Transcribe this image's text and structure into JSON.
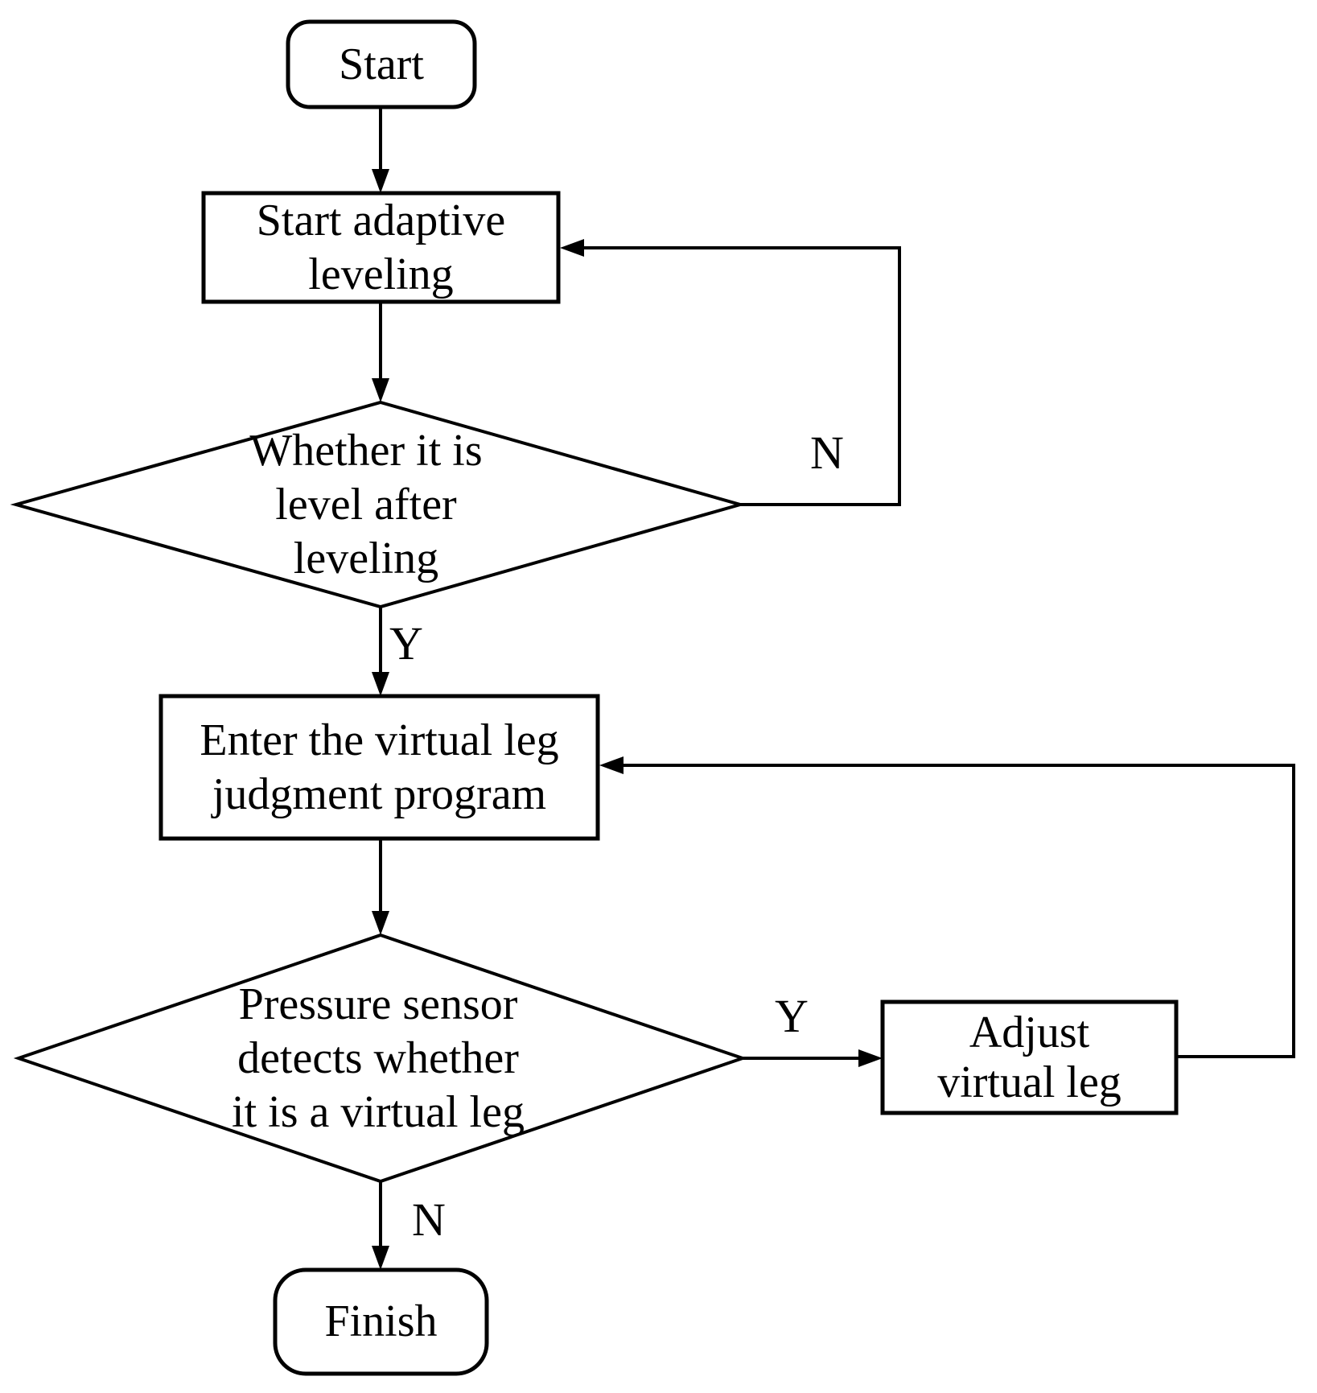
{
  "figure": {
    "type": "flowchart",
    "colors": {
      "background": "#ffffff",
      "stroke": "#000000",
      "text": "#000000"
    }
  },
  "nodes": {
    "start": {
      "shape": "rounded-rect",
      "lines": [
        "Start"
      ]
    },
    "start_leveling": {
      "shape": "rect",
      "lines": [
        "Start adaptive",
        "leveling"
      ]
    },
    "level_check": {
      "shape": "diamond",
      "lines": [
        "Whether it is",
        "level after",
        "leveling"
      ]
    },
    "enter_program": {
      "shape": "rect",
      "lines": [
        "Enter the virtual leg",
        "judgment program"
      ]
    },
    "pressure_check": {
      "shape": "diamond",
      "lines": [
        "Pressure sensor",
        "detects whether",
        "it is a virtual leg"
      ]
    },
    "adjust_leg": {
      "shape": "rect",
      "lines": [
        "Adjust",
        "virtual leg"
      ]
    },
    "finish": {
      "shape": "rounded-rect",
      "lines": [
        "Finish"
      ]
    }
  },
  "edges": {
    "start_to_leveling": {
      "from": "start",
      "to": "start_leveling",
      "label": ""
    },
    "leveling_to_check": {
      "from": "start_leveling",
      "to": "level_check",
      "label": ""
    },
    "level_no_loop": {
      "from": "level_check",
      "to": "start_leveling",
      "label": "N"
    },
    "level_yes": {
      "from": "level_check",
      "to": "enter_program",
      "label": "Y"
    },
    "program_to_pressure": {
      "from": "enter_program",
      "to": "pressure_check",
      "label": ""
    },
    "pressure_yes": {
      "from": "pressure_check",
      "to": "adjust_leg",
      "label": "Y"
    },
    "adjust_loop": {
      "from": "adjust_leg",
      "to": "enter_program",
      "label": ""
    },
    "pressure_no": {
      "from": "pressure_check",
      "to": "finish",
      "label": "N"
    }
  }
}
